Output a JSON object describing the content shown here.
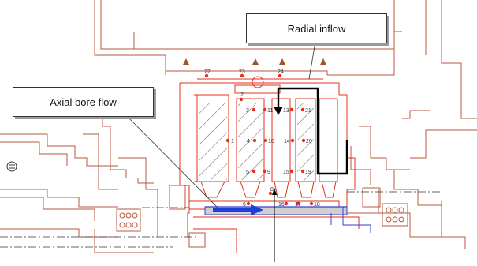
{
  "callouts": {
    "radial_inflow": "Radial inflow",
    "axial_bore_flow": "Axial bore flow"
  },
  "sensor_points": [
    {
      "id": "1"
    },
    {
      "id": "2"
    },
    {
      "id": "3"
    },
    {
      "id": "4"
    },
    {
      "id": "5"
    },
    {
      "id": "6"
    },
    {
      "id": "8"
    },
    {
      "id": "9"
    },
    {
      "id": "10"
    },
    {
      "id": "11"
    },
    {
      "id": "13"
    },
    {
      "id": "14"
    },
    {
      "id": "15"
    },
    {
      "id": "16"
    },
    {
      "id": "17"
    },
    {
      "id": "18"
    },
    {
      "id": "19"
    },
    {
      "id": "20"
    },
    {
      "id": "21"
    },
    {
      "id": "22"
    },
    {
      "id": "23"
    },
    {
      "id": "24"
    }
  ],
  "colors": {
    "rotor": "#e0301e",
    "casing": "#b35a3e",
    "axial_flow_arrow": "#1f3fd6",
    "bore_line": "#3b3bd0",
    "radial_flow_arrow": "#000000",
    "sensor_dot": "#e0301e"
  }
}
